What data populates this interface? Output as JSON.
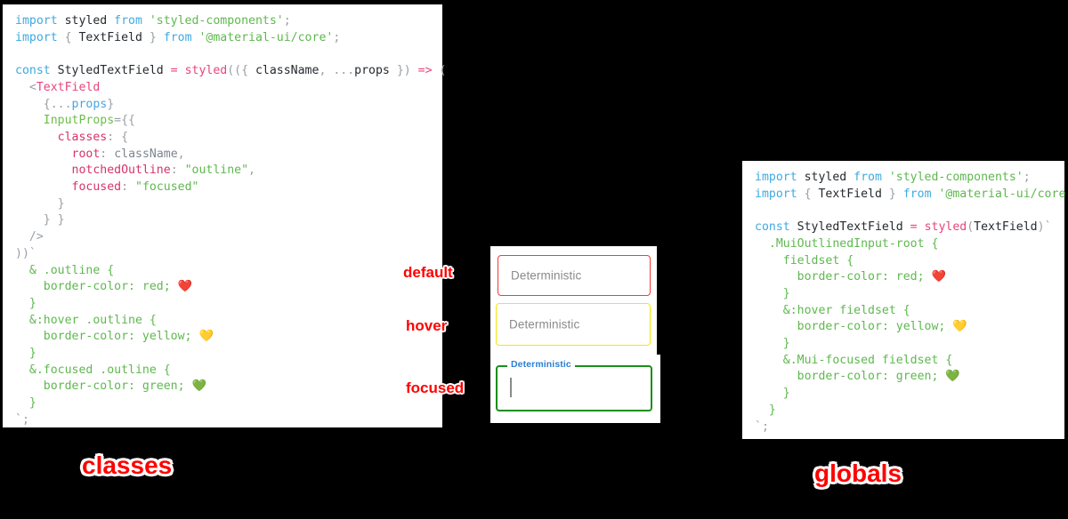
{
  "background_color": "#000000",
  "panels": {
    "classes": {
      "caption": "classes",
      "caption_color": "#ff0000",
      "code_lines": [
        [
          {
            "t": "import ",
            "c": "kw"
          },
          {
            "t": "styled",
            "c": "plain"
          },
          {
            "t": " from ",
            "c": "kw"
          },
          {
            "t": "'styled-components'",
            "c": "str"
          },
          {
            "t": ";",
            "c": "punct"
          }
        ],
        [
          {
            "t": "import ",
            "c": "kw"
          },
          {
            "t": "{",
            "c": "punct"
          },
          {
            "t": " TextField ",
            "c": "plain"
          },
          {
            "t": "}",
            "c": "punct"
          },
          {
            "t": " from ",
            "c": "kw"
          },
          {
            "t": "'@material-ui/core'",
            "c": "str"
          },
          {
            "t": ";",
            "c": "punct"
          }
        ],
        [],
        [
          {
            "t": "const ",
            "c": "kw"
          },
          {
            "t": "StyledTextField",
            "c": "plain"
          },
          {
            "t": " = ",
            "c": "op"
          },
          {
            "t": "styled",
            "c": "fn"
          },
          {
            "t": "((",
            "c": "punct"
          },
          {
            "t": "{ ",
            "c": "punct"
          },
          {
            "t": "className",
            "c": "plain"
          },
          {
            "t": ", ",
            "c": "punct"
          },
          {
            "t": "...",
            "c": "punct"
          },
          {
            "t": "props",
            "c": "plain"
          },
          {
            "t": " }",
            "c": "punct"
          },
          {
            "t": ") ",
            "c": "punct"
          },
          {
            "t": "=>",
            "c": "op"
          },
          {
            "t": " (",
            "c": "punct"
          }
        ],
        [
          {
            "t": "  <",
            "c": "punct"
          },
          {
            "t": "TextField",
            "c": "tag"
          }
        ],
        [
          {
            "t": "    {...",
            "c": "punct"
          },
          {
            "t": "props",
            "c": "blue"
          },
          {
            "t": "}",
            "c": "punct"
          }
        ],
        [
          {
            "t": "    ",
            "c": "punct"
          },
          {
            "t": "InputProps",
            "c": "prop"
          },
          {
            "t": "={{",
            "c": "punct"
          }
        ],
        [
          {
            "t": "      ",
            "c": "punct"
          },
          {
            "t": "classes",
            "c": "key"
          },
          {
            "t": ": {",
            "c": "punct"
          }
        ],
        [
          {
            "t": "        ",
            "c": "punct"
          },
          {
            "t": "root",
            "c": "key"
          },
          {
            "t": ": ",
            "c": "punct"
          },
          {
            "t": "className",
            "c": "var"
          },
          {
            "t": ",",
            "c": "punct"
          }
        ],
        [
          {
            "t": "        ",
            "c": "punct"
          },
          {
            "t": "notchedOutline",
            "c": "key"
          },
          {
            "t": ": ",
            "c": "punct"
          },
          {
            "t": "\"outline\"",
            "c": "str"
          },
          {
            "t": ",",
            "c": "punct"
          }
        ],
        [
          {
            "t": "        ",
            "c": "punct"
          },
          {
            "t": "focused",
            "c": "key"
          },
          {
            "t": ": ",
            "c": "punct"
          },
          {
            "t": "\"focused\"",
            "c": "str"
          }
        ],
        [
          {
            "t": "      }",
            "c": "punct"
          }
        ],
        [
          {
            "t": "    } }",
            "c": "punct"
          }
        ],
        [
          {
            "t": "  />",
            "c": "punct"
          }
        ],
        [
          {
            "t": "))`",
            "c": "punct"
          }
        ],
        [
          {
            "t": "  & .outline {",
            "c": "css"
          }
        ],
        [
          {
            "t": "    border-color: red; ",
            "c": "css"
          },
          {
            "t": "❤️",
            "c": "emoji"
          }
        ],
        [
          {
            "t": "  }",
            "c": "css"
          }
        ],
        [
          {
            "t": "  &:hover .outline {",
            "c": "css"
          }
        ],
        [
          {
            "t": "    border-color: yellow; ",
            "c": "css"
          },
          {
            "t": "💛",
            "c": "emoji"
          }
        ],
        [
          {
            "t": "  }",
            "c": "css"
          }
        ],
        [
          {
            "t": "  &.focused .outline {",
            "c": "css"
          }
        ],
        [
          {
            "t": "    border-color: green; ",
            "c": "css"
          },
          {
            "t": "💚",
            "c": "emoji"
          }
        ],
        [
          {
            "t": "  }",
            "c": "css"
          }
        ],
        [
          {
            "t": "`;",
            "c": "punct"
          }
        ]
      ]
    },
    "globals": {
      "caption": "globals",
      "caption_color": "#ff0000",
      "code_lines": [
        [
          {
            "t": "import ",
            "c": "kw"
          },
          {
            "t": "styled",
            "c": "plain"
          },
          {
            "t": " from ",
            "c": "kw"
          },
          {
            "t": "'styled-components'",
            "c": "str"
          },
          {
            "t": ";",
            "c": "punct"
          }
        ],
        [
          {
            "t": "import ",
            "c": "kw"
          },
          {
            "t": "{",
            "c": "punct"
          },
          {
            "t": " TextField ",
            "c": "plain"
          },
          {
            "t": "}",
            "c": "punct"
          },
          {
            "t": " from ",
            "c": "kw"
          },
          {
            "t": "'@material-ui/core'",
            "c": "str"
          },
          {
            "t": ";",
            "c": "punct"
          }
        ],
        [],
        [
          {
            "t": "const ",
            "c": "kw"
          },
          {
            "t": "StyledTextField",
            "c": "plain"
          },
          {
            "t": " = ",
            "c": "op"
          },
          {
            "t": "styled",
            "c": "fn"
          },
          {
            "t": "(",
            "c": "punct"
          },
          {
            "t": "TextField",
            "c": "plain"
          },
          {
            "t": ")`",
            "c": "punct"
          }
        ],
        [
          {
            "t": "  .MuiOutlinedInput-root {",
            "c": "css"
          }
        ],
        [
          {
            "t": "    fieldset {",
            "c": "css"
          }
        ],
        [
          {
            "t": "      border-color: red; ",
            "c": "css"
          },
          {
            "t": "❤️",
            "c": "emoji"
          }
        ],
        [
          {
            "t": "    }",
            "c": "css"
          }
        ],
        [
          {
            "t": "    &:hover fieldset {",
            "c": "css"
          }
        ],
        [
          {
            "t": "      border-color: yellow; ",
            "c": "css"
          },
          {
            "t": "💛",
            "c": "emoji"
          }
        ],
        [
          {
            "t": "    }",
            "c": "css"
          }
        ],
        [
          {
            "t": "    &.Mui-focused fieldset {",
            "c": "css"
          }
        ],
        [
          {
            "t": "      border-color: green; ",
            "c": "css"
          },
          {
            "t": "💚",
            "c": "emoji"
          }
        ],
        [
          {
            "t": "    }",
            "c": "css"
          }
        ],
        [
          {
            "t": "  }",
            "c": "css"
          }
        ],
        [
          {
            "t": "`;",
            "c": "punct"
          }
        ]
      ]
    }
  },
  "demo": {
    "states": {
      "default_label": "default",
      "hover_label": "hover",
      "focused_label": "focused"
    },
    "fields": {
      "default": {
        "placeholder": "Deterministic",
        "border_color": "#f23b3b"
      },
      "hover": {
        "placeholder": "Deterministic",
        "border_color": "#f5e60a"
      },
      "focused": {
        "notch_label": "Deterministic",
        "value": "",
        "border_color": "#1a8f1a",
        "label_color": "#2d7fd3"
      }
    }
  },
  "syntax_colors": {
    "keyword": "#3fa9e0",
    "string": "#5fb84f",
    "operator": "#e8447e",
    "object_key": "#d6336c",
    "punctuation": "#9aa0a6",
    "css_block": "#5fb84f",
    "plain": "#24292e"
  }
}
